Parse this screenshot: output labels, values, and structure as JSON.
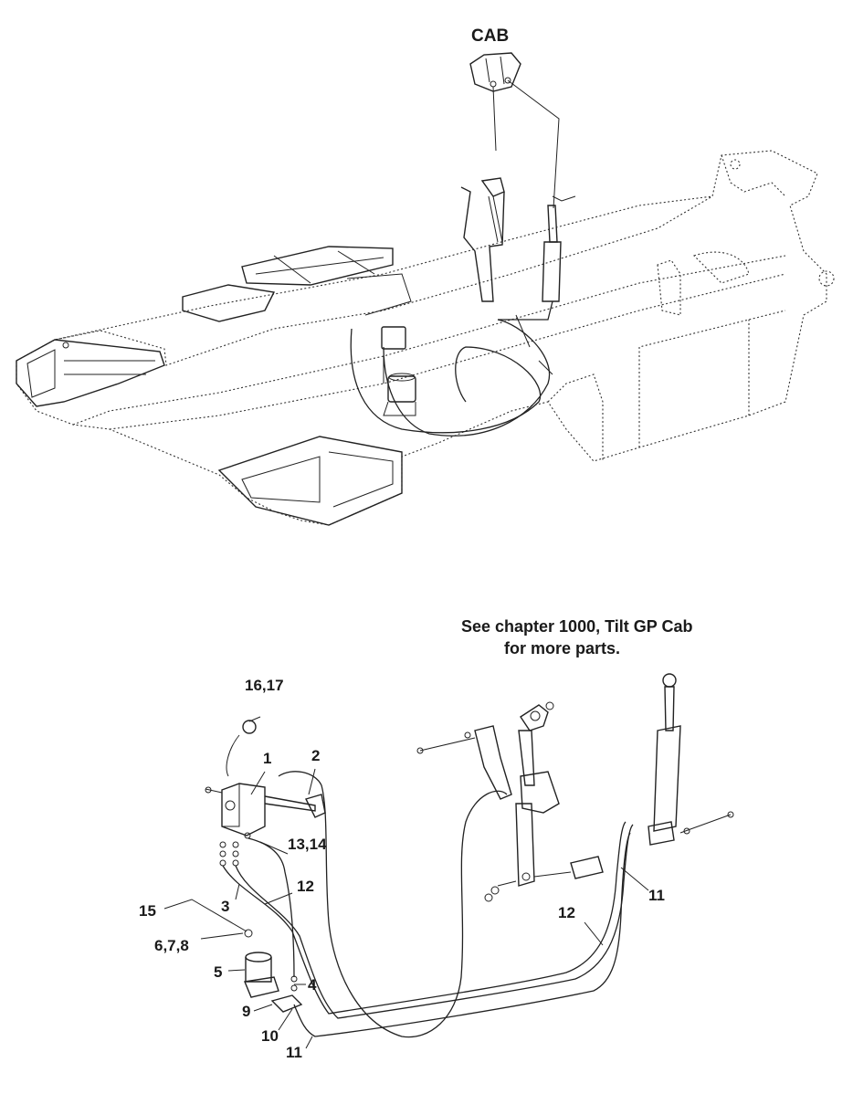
{
  "top_view": {
    "title": "CAB"
  },
  "detail_view": {
    "note_line1": "See chapter 1000, Tilt GP Cab",
    "note_line2": "for more parts.",
    "callouts": {
      "c16_17": "16,17",
      "c1": "1",
      "c2": "2",
      "c13_14": "13,14",
      "c12a": "12",
      "c3": "3",
      "c15": "15",
      "c6_7_8": "6,7,8",
      "c5": "5",
      "c4": "4",
      "c9": "9",
      "c10": "10",
      "c11a": "11",
      "c11b": "11",
      "c12b": "12"
    }
  }
}
